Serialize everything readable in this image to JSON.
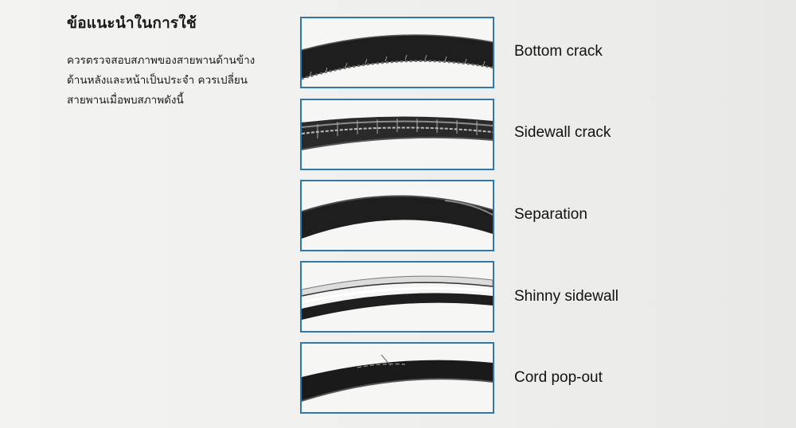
{
  "heading": "ข้อแนะนำในการใช้",
  "description": {
    "lines": [
      "ควรตรวจสอบสภาพของสายพานด้านข้าง",
      "ด้านหลังและหน้าเป็นประจำ ควรเปลี่ยน",
      "สายพานเมื่อพบสภาพดังนี้"
    ]
  },
  "conditions": [
    {
      "label": "Bottom crack",
      "icon": "belt-bottom-crack-photo"
    },
    {
      "label": "Sidewall crack",
      "icon": "belt-sidewall-crack-photo"
    },
    {
      "label": "Separation",
      "icon": "belt-separation-photo"
    },
    {
      "label": "Shinny sidewall",
      "icon": "belt-shinny-sidewall-photo"
    },
    {
      "label": "Cord pop-out",
      "icon": "belt-cord-pop-out-photo"
    }
  ],
  "colors": {
    "panel_border": "#2f78ad",
    "belt": "#1e1e1e"
  }
}
